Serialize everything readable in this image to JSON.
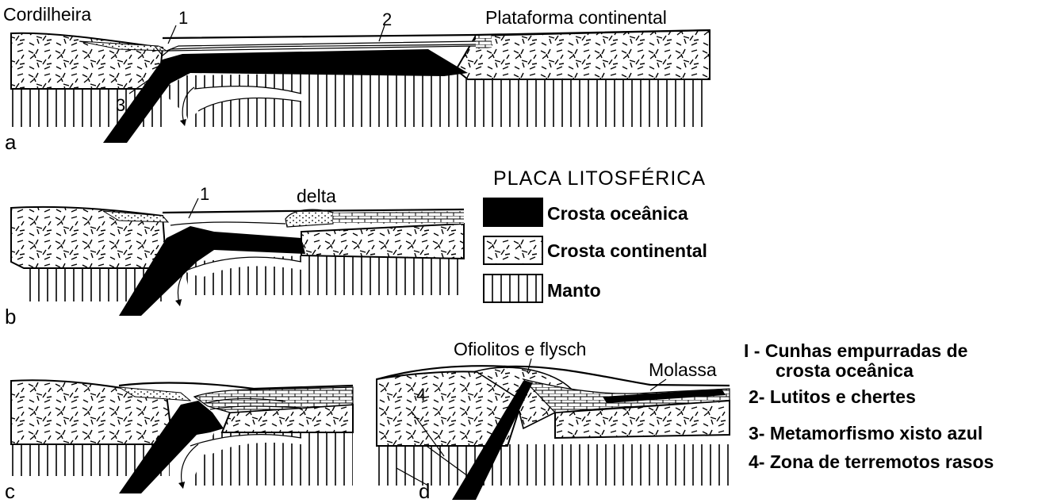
{
  "panel_a": {
    "letter": "a",
    "label_cordilheira": "Cordilheira",
    "label_plataforma": "Plataforma continental",
    "marker_1": "1",
    "marker_2": "2",
    "marker_3": "3"
  },
  "panel_b": {
    "letter": "b",
    "marker_1": "1",
    "label_delta": "delta"
  },
  "panel_c": {
    "letter": "c"
  },
  "panel_d": {
    "letter": "d",
    "label_ofiolitos": "Ofiolitos e flysch",
    "label_molassa": "Molassa",
    "marker_4": "4"
  },
  "legend": {
    "title": "PLACA LITOSFÉRICA",
    "items": [
      {
        "label": "Crosta oceânica",
        "pattern": "black-fill"
      },
      {
        "label": "Crosta continental",
        "pattern": "random-dash"
      },
      {
        "label": "Manto",
        "pattern": "vertical-lines"
      }
    ]
  },
  "key": {
    "items": [
      "I - Cunhas empurradas de crosta oceânica",
      "2- Lutitos e chertes",
      "3- Metamorfismo xisto azul",
      "4- Zona de terremotos rasos"
    ],
    "item1_line1": "I - Cunhas empurradas de",
    "item1_line2": "crosta oceânica",
    "item2": "2- Lutitos e chertes",
    "item3": "3- Metamorfismo xisto azul",
    "item4": "4- Zona de terremotos rasos"
  },
  "colors": {
    "ink": "#000000",
    "paper": "#ffffff"
  }
}
